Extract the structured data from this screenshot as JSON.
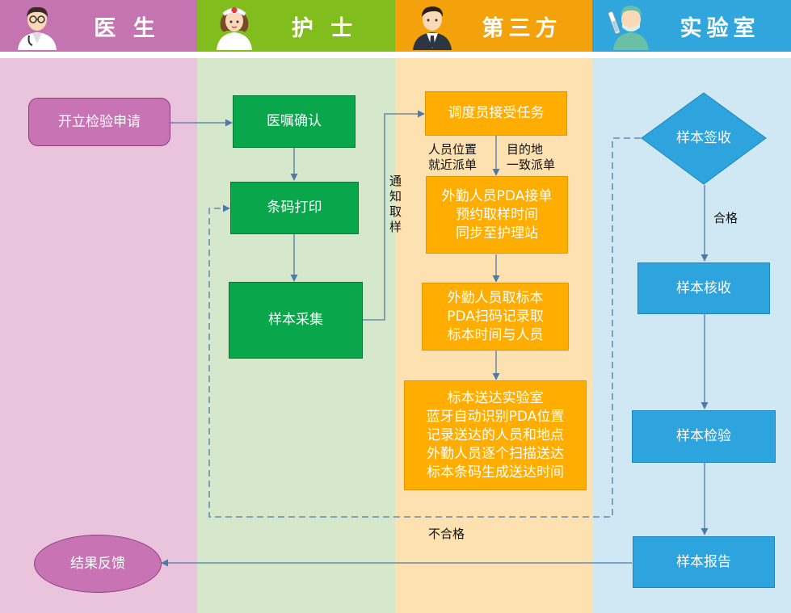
{
  "lanes": {
    "doctor": {
      "title": "医 生",
      "head_color": "#c475b1",
      "bg_color": "#eac3dd"
    },
    "nurse": {
      "title": "护 士",
      "head_color": "#80bd1d",
      "bg_color": "#d5e8cb"
    },
    "third_party": {
      "title": "第三方",
      "head_color": "#f3a20b",
      "bg_color": "#fde1b1"
    },
    "lab": {
      "title": "实验室",
      "head_color": "#30a6dd",
      "bg_color": "#cfe8f3"
    }
  },
  "nodes": {
    "open_request": "开立检验申请",
    "order_confirm": "医嘱确认",
    "barcode_print": "条码打印",
    "sample_collect": "样本采集",
    "dispatcher_accept": "调度员接受任务",
    "pda_accept": "外勤人员PDA接单\n预约取样时间\n同步至护理站",
    "pickup_scan": "外勤人员取标本\nPDA扫码记录取\n标本时间与人员",
    "deliver_lab": "标本送达实验室\n蓝牙自动识别PDA位置\n记录送达的人员和地点\n外勤人员逐个扫描送达\n标本条码生成送达时间",
    "sample_signin": "样本签收",
    "sample_receive": "样本核收",
    "sample_test": "样本检验",
    "sample_report": "样本报告",
    "result_feedback": "结果反馈"
  },
  "labels": {
    "notify_pickup": "通\n知\n取\n样",
    "nearby_dispatch": "人员位置\n就近派单",
    "destination_dispatch": "目的地\n一致派单",
    "qualified": "合格",
    "unqualified": "不合格"
  },
  "colors": {
    "doctor_node": "#c874b4",
    "doctor_node_border": "#8c3f7c",
    "arrow": "#4f7aa8"
  }
}
